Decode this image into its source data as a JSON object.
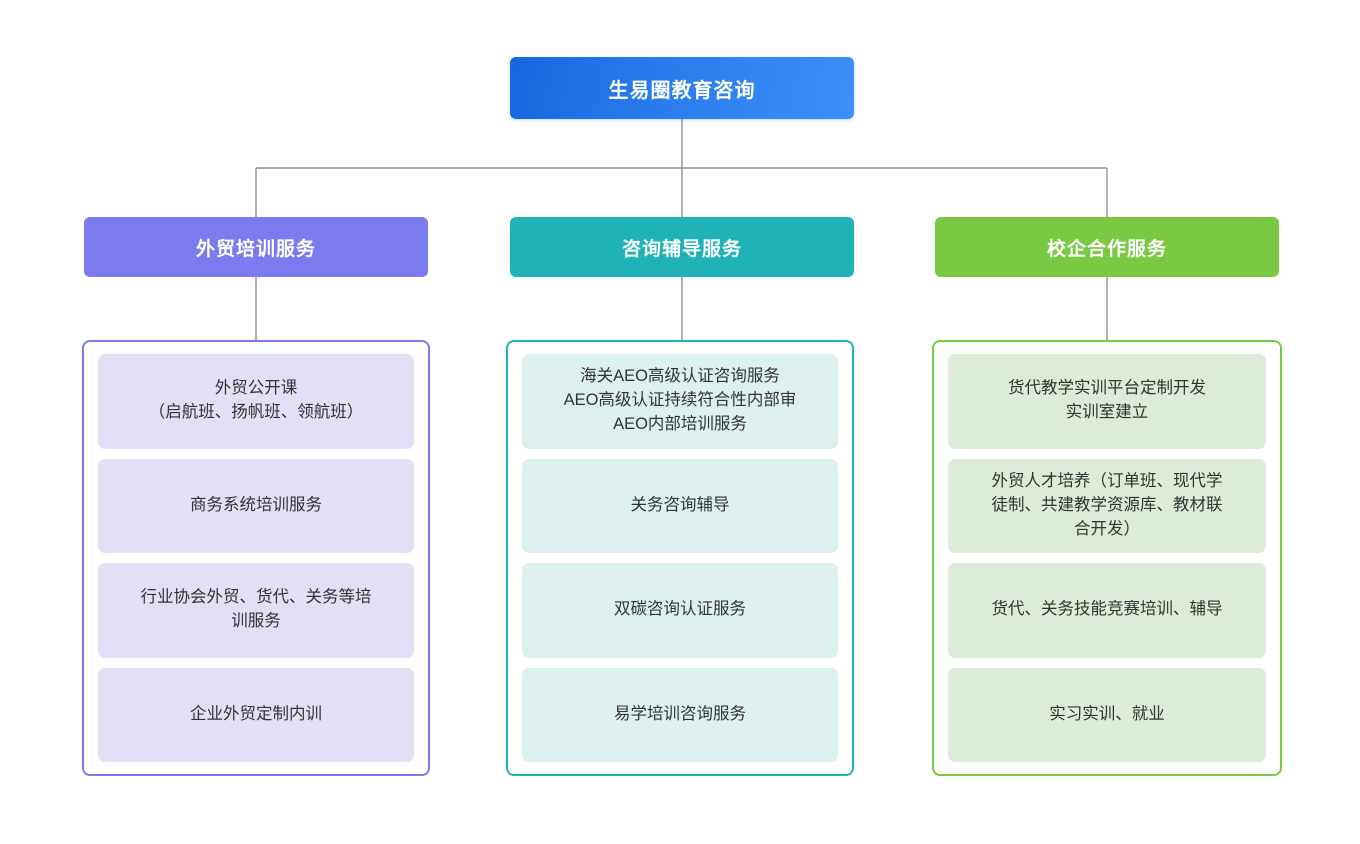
{
  "diagram": {
    "root": {
      "label": "生易圈教育咨询",
      "gradient_from": "#1667dd",
      "gradient_to": "#3d90f7"
    },
    "connector_color": "#8a9099",
    "columns": [
      {
        "header": "外贸培训服务",
        "header_color": "#7b7bf0",
        "border_color": "#7c7cf0",
        "item_fill": "#e2e0f5",
        "items": [
          "外贸公开课\n（启航班、扬帆班、领航班）",
          "商务系统培训服务",
          "行业协会外贸、货代、关务等培\n训服务",
          "企业外贸定制内训"
        ]
      },
      {
        "header": "咨询辅导服务",
        "header_color": "#1fb3b8",
        "border_color": "#1eb5b5",
        "item_fill": "#ddf0f0",
        "items": [
          "海关AEO高级认证咨询服务\nAEO高级认证持续符合性内部审\nAEO内部培训服务",
          "关务咨询辅导",
          "双碳咨询认证服务",
          "易学培训咨询服务"
        ]
      },
      {
        "header": "校企合作服务",
        "header_color": "#7ac943",
        "border_color": "#7ac943",
        "item_fill": "#dcecd8",
        "items": [
          "货代教学实训平台定制开发\n实训室建立",
          "外贸人才培养（订单班、现代学\n徒制、共建教学资源库、教材联\n合开发）",
          "货代、关务技能竞赛培训、辅导",
          "实习实训、就业"
        ]
      }
    ]
  }
}
